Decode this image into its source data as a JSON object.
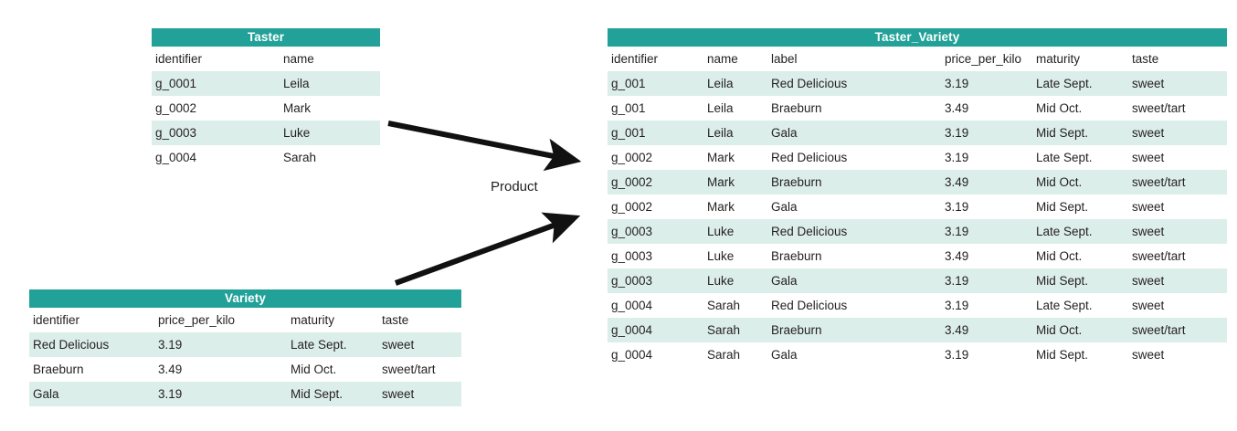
{
  "diagram": {
    "operation_label": "Product",
    "accent_color": "#21a197",
    "row_tint_color": "#dceee9",
    "text_color": "#231f20"
  },
  "taster": {
    "title": "Taster",
    "columns": [
      "identifier",
      "name"
    ],
    "rows": [
      [
        "g_0001",
        "Leila"
      ],
      [
        "g_0002",
        "Mark"
      ],
      [
        "g_0003",
        "Luke"
      ],
      [
        "g_0004",
        "Sarah"
      ]
    ]
  },
  "variety": {
    "title": "Variety",
    "columns": [
      "identifier",
      "price_per_kilo",
      "maturity",
      "taste"
    ],
    "rows": [
      [
        "Red Delicious",
        "3.19",
        "Late Sept.",
        "sweet"
      ],
      [
        "Braeburn",
        "3.49",
        "Mid Oct.",
        "sweet/tart"
      ],
      [
        "Gala",
        "3.19",
        "Mid Sept.",
        "sweet"
      ]
    ]
  },
  "result": {
    "title": "Taster_Variety",
    "columns": [
      "identifier",
      "name",
      "label",
      "price_per_kilo",
      "maturity",
      "taste"
    ],
    "rows": [
      [
        "g_001",
        "Leila",
        "Red Delicious",
        "3.19",
        "Late Sept.",
        "sweet"
      ],
      [
        "g_001",
        "Leila",
        "Braeburn",
        "3.49",
        "Mid Oct.",
        "sweet/tart"
      ],
      [
        "g_001",
        "Leila",
        "Gala",
        "3.19",
        "Mid Sept.",
        "sweet"
      ],
      [
        "g_0002",
        "Mark",
        "Red Delicious",
        "3.19",
        "Late Sept.",
        "sweet"
      ],
      [
        "g_0002",
        "Mark",
        "Braeburn",
        "3.49",
        "Mid Oct.",
        "sweet/tart"
      ],
      [
        "g_0002",
        "Mark",
        "Gala",
        "3.19",
        "Mid Sept.",
        "sweet"
      ],
      [
        "g_0003",
        "Luke",
        "Red Delicious",
        "3.19",
        "Late Sept.",
        "sweet"
      ],
      [
        "g_0003",
        "Luke",
        "Braeburn",
        "3.49",
        "Mid Oct.",
        "sweet/tart"
      ],
      [
        "g_0003",
        "Luke",
        "Gala",
        "3.19",
        "Mid Sept.",
        "sweet"
      ],
      [
        "g_0004",
        "Sarah",
        "Red Delicious",
        "3.19",
        "Late Sept.",
        "sweet"
      ],
      [
        "g_0004",
        "Sarah",
        "Braeburn",
        "3.49",
        "Mid Oct.",
        "sweet/tart"
      ],
      [
        "g_0004",
        "Sarah",
        "Gala",
        "3.19",
        "Mid Sept.",
        "sweet"
      ]
    ]
  }
}
